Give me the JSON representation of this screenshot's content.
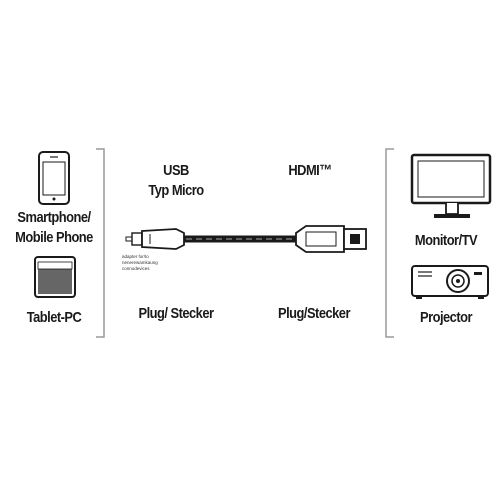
{
  "left": {
    "smartphone_label_line1": "Smartphone/",
    "smartphone_label_line2": "Mobile Phone",
    "tablet_label": "Tablet-PC"
  },
  "cable": {
    "usb_title": "USB",
    "usb_subtitle": "Typ Micro",
    "hdmi_title": "HDMI™",
    "plug_left": "Plug/ Stecker",
    "plug_right": "Plug/Stecker",
    "adapter_note": [
      "adapter for/to",
      "nenerewamkaung",
      "connodevices"
    ]
  },
  "right": {
    "monitor_label": "Monitor/TV",
    "projector_label": "Projector"
  },
  "icons": [
    "smartphone-icon",
    "tablet-icon",
    "micro-usb-plug-icon",
    "hdmi-plug-icon",
    "monitor-icon",
    "projector-icon"
  ],
  "colors": {
    "ink": "#1a1a1a",
    "bracket": "#9a9a9a",
    "cable_stripe": "#8a8a8a",
    "tablet_screen": "#666666"
  }
}
